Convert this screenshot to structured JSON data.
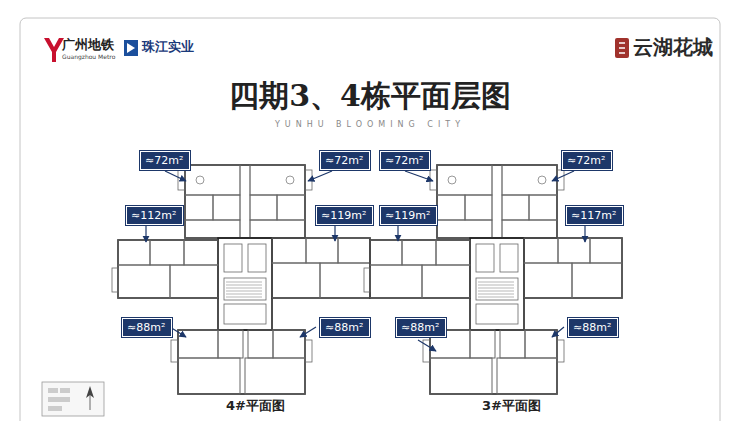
{
  "diagram": {
    "title": "四期3、4栋平面层图",
    "nodes": [
      {
        "text": [
          "≈72m²"
        ]
      },
      {
        "text": [
          "≈72m²"
        ]
      },
      {
        "text": [
          "≈72m²"
        ]
      },
      {
        "text": [
          "≈72m²"
        ]
      },
      {
        "text": [
          "≈112m²"
        ]
      },
      {
        "text": [
          "≈119m²"
        ]
      },
      {
        "text": [
          "≈119m²"
        ]
      },
      {
        "text": [
          "≈117m²"
        ]
      },
      {
        "text": [
          "≈88m²"
        ]
      },
      {
        "text": [
          "≈88m²"
        ]
      },
      {
        "text": [
          "≈88m²"
        ]
      },
      {
        "text": [
          "≈88m²"
        ]
      }
    ],
    "labels": [
      "广州地铁",
      "Guangzhou Metro",
      "珠江实业",
      "云湖花城",
      "YUNHU BLOOMING CITY",
      "4#平面图",
      "3#平面图"
    ]
  }
}
